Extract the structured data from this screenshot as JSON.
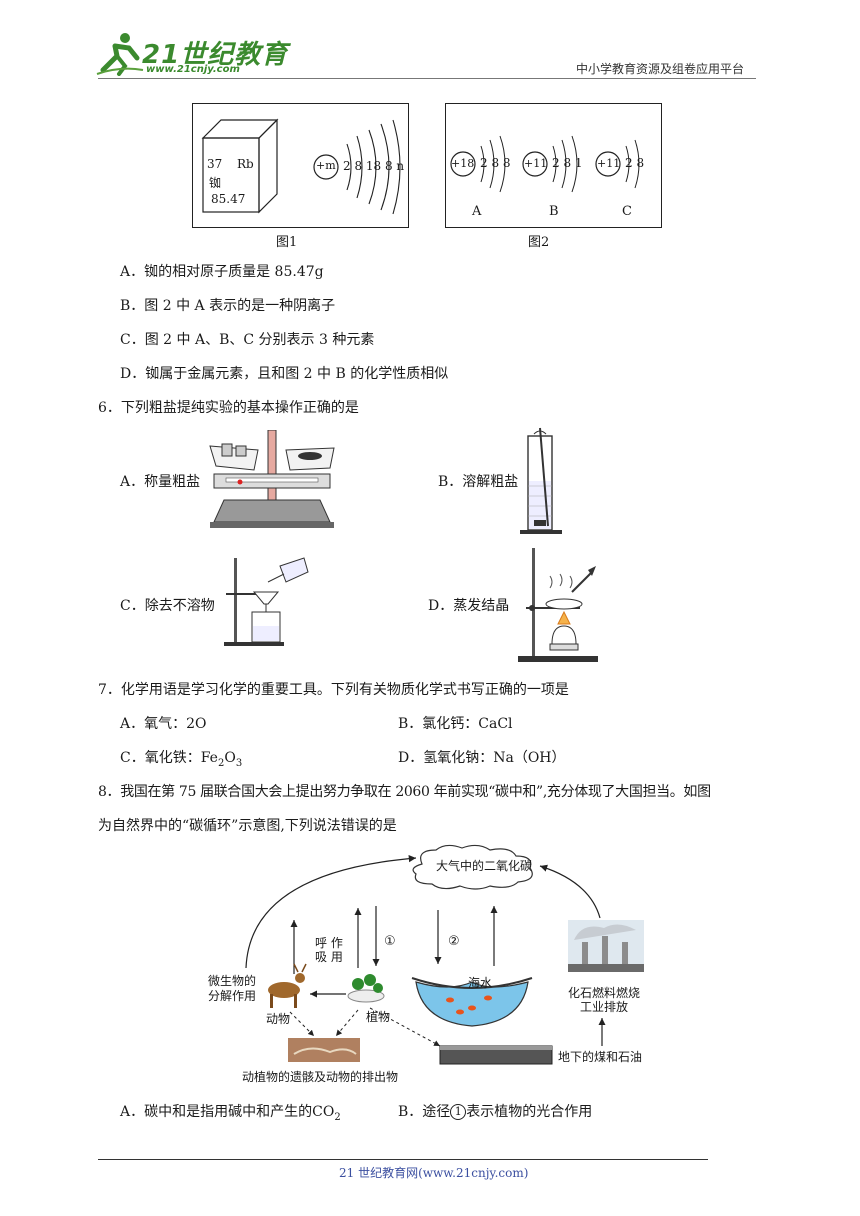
{
  "header": {
    "logo_text": "21世纪教育",
    "logo_url": "www.21cnjy.com",
    "platform": "中小学教育资源及组卷应用平台"
  },
  "fig1": {
    "atomic_number": "37",
    "symbol": "Rb",
    "name": "铷",
    "mass": "85.47",
    "nucleus": "+m",
    "shells": "2 8 18 8 n",
    "caption": "图1"
  },
  "fig2": {
    "a_nucleus": "+18",
    "a_shells": "2 8 8",
    "b_nucleus": "+11",
    "b_shells": "2 8 1",
    "c_nucleus": "+11",
    "c_shells": "2 8",
    "label_a": "A",
    "label_b": "B",
    "label_c": "C",
    "caption": "图2"
  },
  "q5": {
    "opt_a": "A．铷的相对原子质量是 85.47g",
    "opt_b": "B．图 2 中 A 表示的是一种阴离子",
    "opt_c": "C．图 2 中 A、B、C 分别表示 3 种元素",
    "opt_d": "D．铷属于金属元素，且和图 2 中 B 的化学性质相似"
  },
  "q6": {
    "stem": "6．下列粗盐提纯实验的基本操作正确的是",
    "opt_a": "A．称量粗盐",
    "opt_b": "B．溶解粗盐",
    "opt_c": "C．除去不溶物",
    "opt_d": "D．蒸发结晶"
  },
  "q7": {
    "stem": "7．化学用语是学习化学的重要工具。下列有关物质化学式书写正确的一项是",
    "opt_a": "A．氧气：2O",
    "opt_b": "B．氯化钙：CaCl",
    "opt_c_prefix": "C．氧化铁：Fe",
    "opt_c_sub1": "2",
    "opt_c_mid": "O",
    "opt_c_sub2": "3",
    "opt_d": "D．氢氧化钠：Na（OH）"
  },
  "q8": {
    "stem_line1": "8．我国在第 75 届联合国大会上提出努力争取在 2060 年前实现“碳中和”,充分体现了大国担当。如图",
    "stem_line2": "为自然界中的“碳循环”示意图,下列说法错误的是",
    "diagram": {
      "cloud": "大气中的二氧化碳",
      "respiration_1": "呼 作",
      "respiration_2": "吸 用",
      "path1": "①",
      "path2": "②",
      "microbe_1": "微生物的",
      "microbe_2": "分解作用",
      "animal": "动物",
      "plant": "植物",
      "sea": "海水",
      "fossil_1": "化石燃料燃烧",
      "fossil_2": "工业排放",
      "remains": "动植物的遗骸及动物的排出物",
      "coal_oil": "地下的煤和石油"
    },
    "opt_a_prefix": "A．碳中和是指用碱中和产生的CO",
    "opt_a_sub": "2",
    "opt_b_prefix": "B．途径",
    "opt_b_circle": "1",
    "opt_b_suffix": "表示植物的光合作用"
  },
  "footer": {
    "text": "21 世纪教育网(www.21cnjy.com)"
  }
}
